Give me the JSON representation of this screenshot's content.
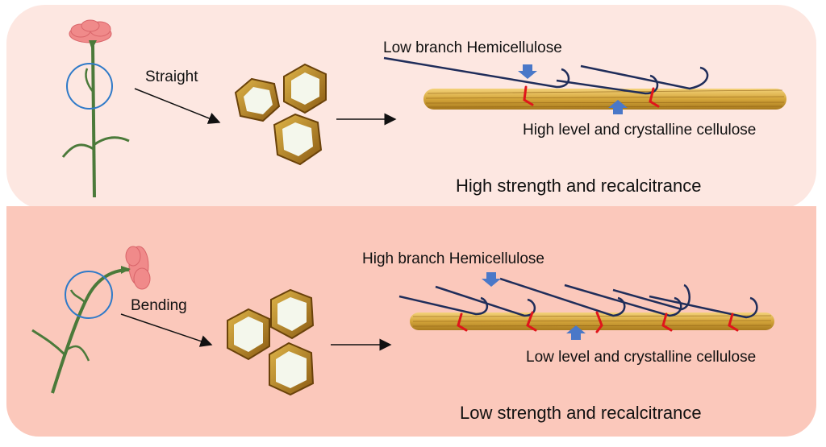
{
  "panels": {
    "top": {
      "condition_label": "Straight",
      "hemicellulose_label": "Low branch Hemicellulose",
      "cellulose_label": "High level and crystalline cellulose",
      "outcome_label": "High strength and recalcitrance",
      "background_color": "#fde7e1"
    },
    "bottom": {
      "condition_label": "Bending",
      "hemicellulose_label": "High branch Hemicellulose",
      "cellulose_label": "Low level and crystalline cellulose",
      "outcome_label": "Low strength and recalcitrance",
      "background_color": "#fbc8bb"
    }
  },
  "colors": {
    "hemicellulose_chain": "#1f2d5a",
    "linkage": "#e0151b",
    "indicator_arrow": "#4a78c8",
    "highlight_circle": "#2f7ac8",
    "cell_wall": "#c99a2e",
    "cellulose_fiber": "#d4a53a",
    "flower": "#f08a8a",
    "stem": "#4b7a3a"
  },
  "icons": {
    "plant": "carnation-icon",
    "cells": "cell-cross-section-icon",
    "fiber": "cellulose-microfibril-icon"
  }
}
